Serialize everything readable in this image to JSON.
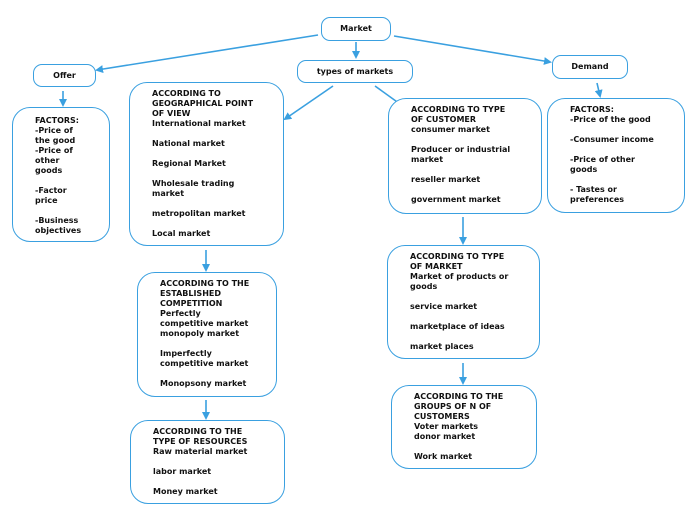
{
  "accent_color": "#3aa0e0",
  "nodes": {
    "market": "Market",
    "offer": "Offer",
    "types": "types of markets",
    "demand": "Demand",
    "offer_factors": "FACTORS:\n-Price of\nthe good\n-Price of\nother\ngoods\n\n-Factor\nprice\n\n-Business\nobjectives",
    "geographical": "ACCORDING TO\nGEOGRAPHICAL POINT\nOF VIEW\nInternational market\n\nNational market\n\nRegional Market\n\nWholesale trading\nmarket\n\nmetropolitan market\n\nLocal market",
    "customer": "ACCORDING TO TYPE\nOF CUSTOMER\nconsumer market\n\nProducer or industrial\nmarket\n\nreseller market\n\ngovernment market",
    "demand_factors": "FACTORS:\n-Price of the good\n\n-Consumer income\n\n-Price of other\ngoods\n\n- Tastes or\npreferences",
    "competition": "ACCORDING TO THE\nESTABLISHED\nCOMPETITION\nPerfectly\ncompetitive market\nmonopoly market\n\nImperfectly\ncompetitive market\n\nMonopsony market",
    "type_of_market": "ACCORDING TO TYPE\nOF MARKET\nMarket of products or\ngoods\n\nservice market\n\nmarketplace of ideas\n\nmarket places",
    "resources": "ACCORDING TO THE\nTYPE OF RESOURCES\nRaw material market\n\nlabor market\n\nMoney market",
    "groups": "ACCORDING TO THE\nGROUPS OF N OF\nCUSTOMERS\nVoter markets\ndonor market\n\nWork market"
  }
}
